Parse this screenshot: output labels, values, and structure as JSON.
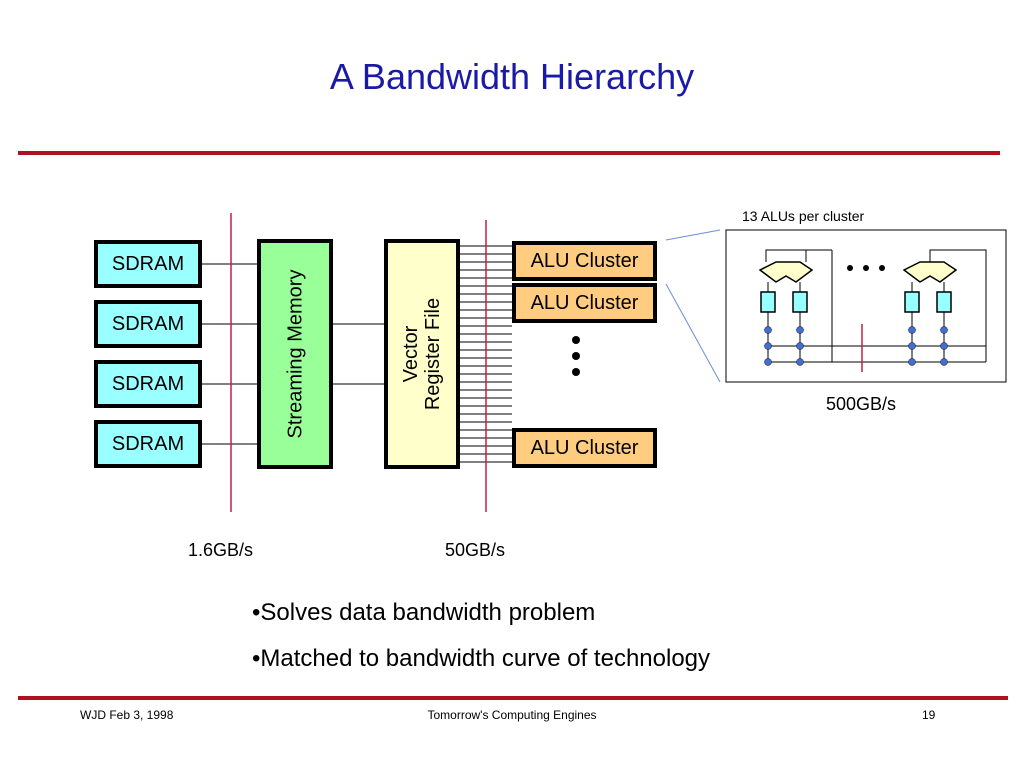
{
  "slide": {
    "title": "A Bandwidth Hierarchy",
    "sdram_label": "SDRAM",
    "streaming_memory_label": "Streaming Memory",
    "vrf_line1": "Vector",
    "vrf_line2": "Register File",
    "alu_cluster_label": "ALU Cluster",
    "inset_caption": "13 ALUs per cluster",
    "bw_offchip": "1.6GB/s",
    "bw_vrf": "50GB/s",
    "bw_cluster": "500GB/s",
    "bullets": [
      "•Solves data bandwidth problem",
      "•Matched to bandwidth curve of technology"
    ]
  },
  "footer": {
    "left": "WJD Feb 3, 1998",
    "center": "Tomorrow's Computing Engines",
    "page": "19"
  },
  "colors": {
    "title": "#1a1aa6",
    "rule": "#b01020",
    "sdram": "#99ffff",
    "streaming_memory": "#99ff99",
    "vrf": "#ffffcc",
    "alu_cluster": "#ffcc80"
  }
}
